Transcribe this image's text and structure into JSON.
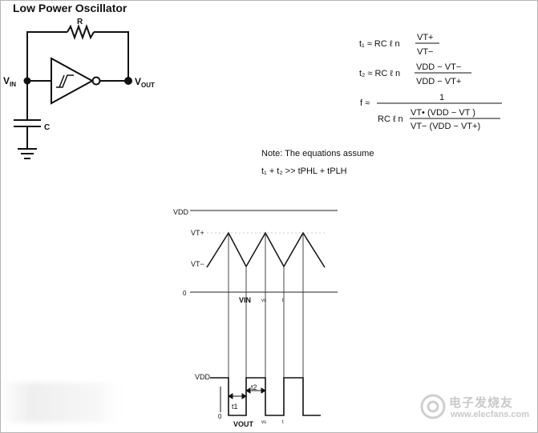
{
  "title": "Low Power Oscillator",
  "circuit": {
    "resistor_label": "R",
    "capacitor_label": "C",
    "vin_label": "V",
    "vin_sub": "IN",
    "vout_label": "V",
    "vout_sub": "OUT"
  },
  "equations": {
    "t1": {
      "lhs": "t₁ ≈ RC ℓ n",
      "num": "VT+",
      "den": "VT−"
    },
    "t2": {
      "lhs": "t₂ ≈ RC ℓ n",
      "num": "VDD − VT−",
      "den": "VDD − VT+"
    },
    "f": {
      "lhs": "f ≈",
      "num": "1",
      "den_prefix": "RC ℓ n",
      "den_num": "VT• (VDD − VT  )",
      "den_den": "VT− (VDD − VT+)"
    }
  },
  "note": {
    "line1": "Note: The equations assume",
    "line2": "t₁ + t₂ >> tPHL + tPLH"
  },
  "waveform": {
    "vdd_top": "VDD",
    "vt_plus": "VT+",
    "vt_minus": "VT−",
    "zero_top": "0",
    "vin_label": "VIN",
    "vs_label": "vs",
    "t_label": "t",
    "vdd_bottom": "VDD",
    "zero_bottom": "0",
    "t1_label": "t1",
    "t2_label": "t2",
    "vout_label": "VOUT",
    "vs_bottom": "vs",
    "t_bottom": "t"
  },
  "watermark": {
    "text": "电子发烧友",
    "url": "www.elecfans.com"
  }
}
